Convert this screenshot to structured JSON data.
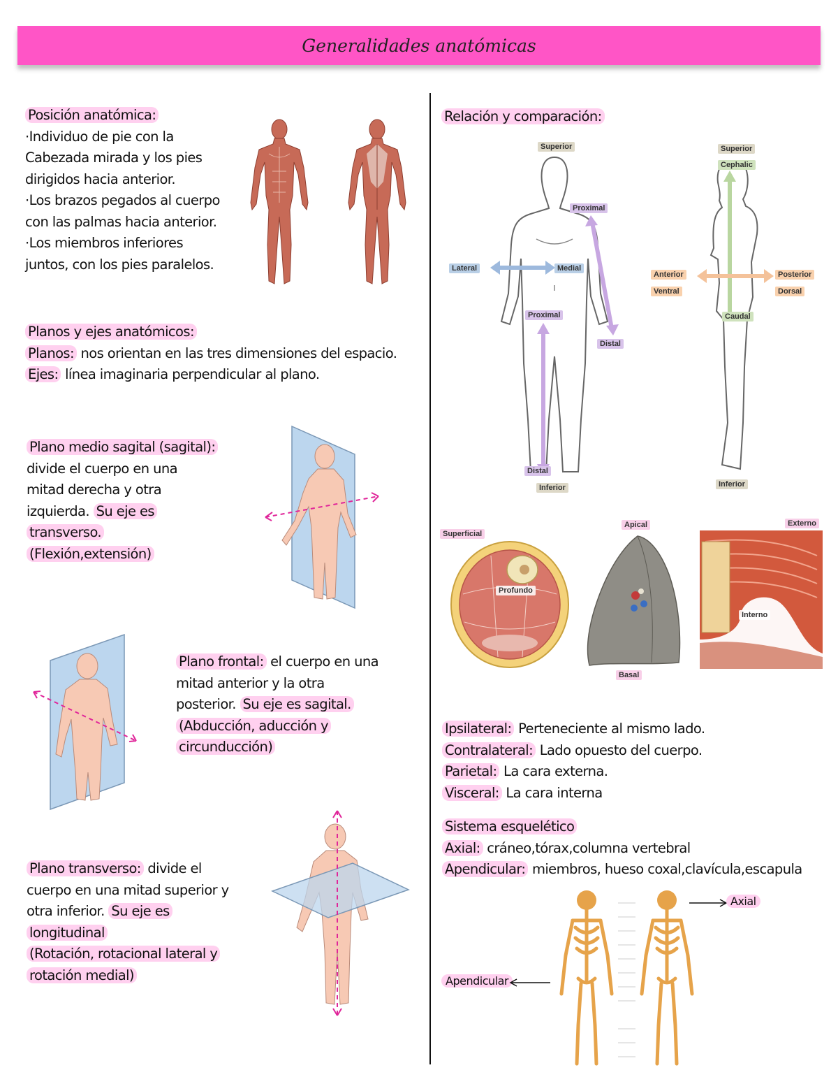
{
  "title": "Generalidades anatómicas",
  "left": {
    "posicion": {
      "heading": "Posición anatómica:",
      "lines": [
        "·Individuo de pie con la",
        "Cabezada mirada y los pies",
        "dirigidos hacia anterior.",
        "·Los brazos pegados al cuerpo",
        "con las palmas hacia anterior.",
        "·Los miembros inferiores",
        "juntos, con los pies paralelos."
      ]
    },
    "planos": {
      "heading": "Planos y ejes anatómicos:",
      "planos_term": "Planos:",
      "planos_text": " nos orientan en las tres dimensiones del espacio.",
      "ejes_term": "Ejes:",
      "ejes_text": " línea imaginaria perpendicular al plano."
    },
    "sagital": {
      "heading": "Plano medio sagital (sagital):",
      "line1": "divide el cuerpo en una",
      "line2": "mitad derecha y otra",
      "line3a": "izquierda. ",
      "line3b": "Su eje es",
      "line4": "transverso.",
      "line5": "(Flexión,extensión)"
    },
    "frontal": {
      "heading": "Plano frontal:",
      "line1": " el cuerpo en una",
      "line2": "mitad anterior y la otra",
      "line3a": "posterior. ",
      "line3b": "Su eje es sagital.",
      "line4": "(Abducción, aducción y",
      "line5": "circunducción)"
    },
    "transverso": {
      "heading": "Plano transverso:",
      "line1": " divide el",
      "line2": "cuerpo en una mitad superior y",
      "line3a": "otra inferior. ",
      "line3b": "Su eje es",
      "line4": "longitudinal",
      "line5": "(Rotación, rotacional lateral y",
      "line6": "rotación medial)"
    }
  },
  "right": {
    "relacion_heading": "Relación y comparación:",
    "front_labels": {
      "superior": "Superior",
      "proximal_arm": "Proximal",
      "lateral": "Lateral",
      "medial": "Medial",
      "proximal_leg": "Proximal",
      "distal_arm": "Distal",
      "distal_leg": "Distal",
      "inferior": "Inferior"
    },
    "side_labels": {
      "superior": "Superior",
      "cephalic": "Cephalic",
      "anterior": "Anterior",
      "ventral": "Ventral",
      "posterior": "Posterior",
      "dorsal": "Dorsal",
      "caudal": "Caudal",
      "inferior": "Inferior"
    },
    "section_labels": {
      "superficial": "Superficial",
      "profundo": "Profundo",
      "apical": "Apical",
      "basal": "Basal",
      "externo": "Externo",
      "interno": "Interno"
    },
    "terms": [
      {
        "term": "Ipsilateral:",
        "def": " Perteneciente al mismo lado."
      },
      {
        "term": "Contralateral:",
        "def": " Lado opuesto del cuerpo."
      },
      {
        "term": "Parietal:",
        "def": " La cara externa."
      },
      {
        "term": "Visceral:",
        "def": " La cara interna"
      }
    ],
    "esqueletico": {
      "heading": "Sistema esquelético",
      "axial_term": "Axial:",
      "axial_text": " cráneo,tórax,columna vertebral",
      "apend_term": "Apendicular:",
      "apend_text": " miembros, hueso coxal,clavícula,escapula",
      "tag_axial": "Axial",
      "tag_apend": "Apendicular"
    }
  },
  "colors": {
    "banner": "#ff55c6",
    "highlight": "#ffd0ef",
    "muscle": "#c76a57",
    "plane": "#bcd6ee",
    "skin": "#f7c9b4",
    "dashed_axis": "#e0269a",
    "bone": "#e6a34a"
  }
}
